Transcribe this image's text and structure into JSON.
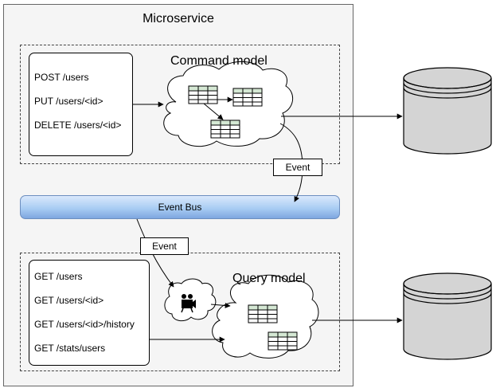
{
  "microservice": {
    "title": "Microservice"
  },
  "command": {
    "title": "Command model",
    "endpoints": [
      "POST /users",
      "PUT /users/<id>",
      "DELETE /users/<id>"
    ]
  },
  "event_bus": {
    "label": "Event Bus"
  },
  "events": {
    "upper_label": "Event",
    "lower_label": "Event"
  },
  "query": {
    "title": "Query model",
    "endpoints": [
      "GET /users",
      "GET /users/<id>",
      "GET /users/<id>/history",
      "GET /stats/users"
    ]
  },
  "icons": {
    "table": "table-icon",
    "database": "database-icon",
    "cloud": "cloud-shape",
    "projector": "video-camera-icon"
  },
  "colors": {
    "table_header": "#d5e8d4",
    "event_bus_top": "#dae8fc",
    "event_bus_bottom": "#7ea6e0",
    "database": "#d4d4d4"
  }
}
